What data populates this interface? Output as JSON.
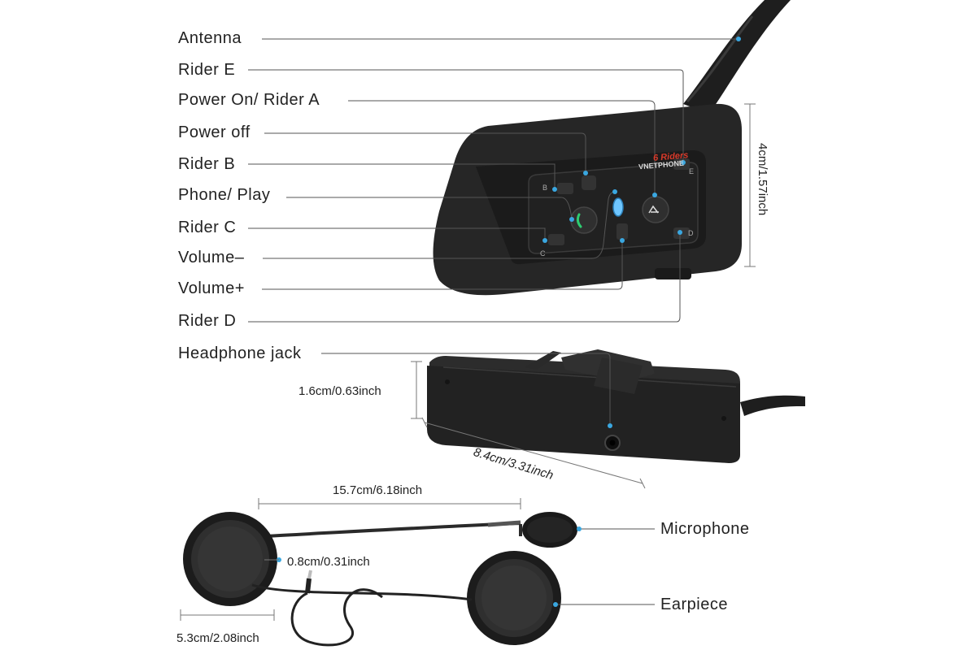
{
  "product": {
    "brand_badge": "6 Riders",
    "brand_name": "VNETPHONE",
    "button_letters": {
      "b": "B",
      "c": "C",
      "d": "D",
      "e": "E"
    }
  },
  "callouts": {
    "antenna": "Antenna",
    "rider_e": "Rider E",
    "power_on_rider_a": "Power On/ Rider A",
    "power_off": "Power off",
    "rider_b": "Rider B",
    "phone_play": "Phone/ Play",
    "rider_c": "Rider C",
    "volume_minus": "Volume–",
    "volume_plus": "Volume+",
    "rider_d": "Rider D",
    "headphone_jack": "Headphone jack",
    "microphone": "Microphone",
    "earpiece": "Earpiece"
  },
  "dimensions": {
    "height": "4cm/1.57inch",
    "thickness": "1.6cm/0.63inch",
    "length": "8.4cm/3.31inch",
    "boom_length": "15.7cm/6.18inch",
    "earpiece_thickness": "0.8cm/0.31inch",
    "earpiece_diameter": "5.3cm/2.08inch"
  },
  "colors": {
    "device": "#2a2a2a",
    "device_dark": "#151515",
    "callout_line": "#555555",
    "dot": "#3aa7e0",
    "led": "#6ec6ff",
    "badge": "#d83a2a"
  }
}
